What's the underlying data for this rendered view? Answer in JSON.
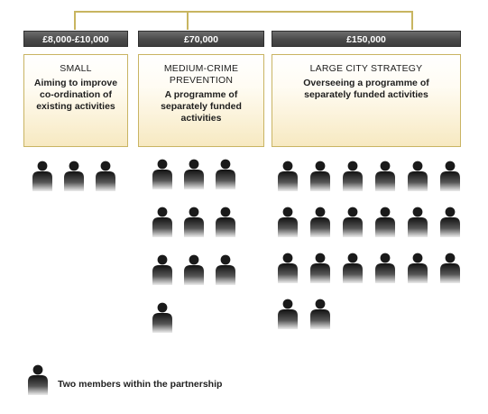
{
  "tiers": [
    {
      "budget": "£8,000-£10,000",
      "name": "SMALL",
      "description": "Aiming to improve co-ordination of existing activities",
      "members_icons": 3
    },
    {
      "budget": "£70,000",
      "name": "MEDIUM-CRIME PREVENTION",
      "description": "A programme of separately funded activities",
      "members_icons": 10
    },
    {
      "budget": "£150,000",
      "name": "LARGE CITY STRATEGY",
      "description": "Overseeing a programme of separately funded activities",
      "members_icons": 20
    }
  ],
  "legend": {
    "icon": "person-icon",
    "text": "Two members within the partnership"
  },
  "colors": {
    "connector": "#c8b560",
    "budget_bar": "#4a4a4a",
    "tier_fill": "#f7e9c1",
    "person": "#1a1a1a"
  }
}
